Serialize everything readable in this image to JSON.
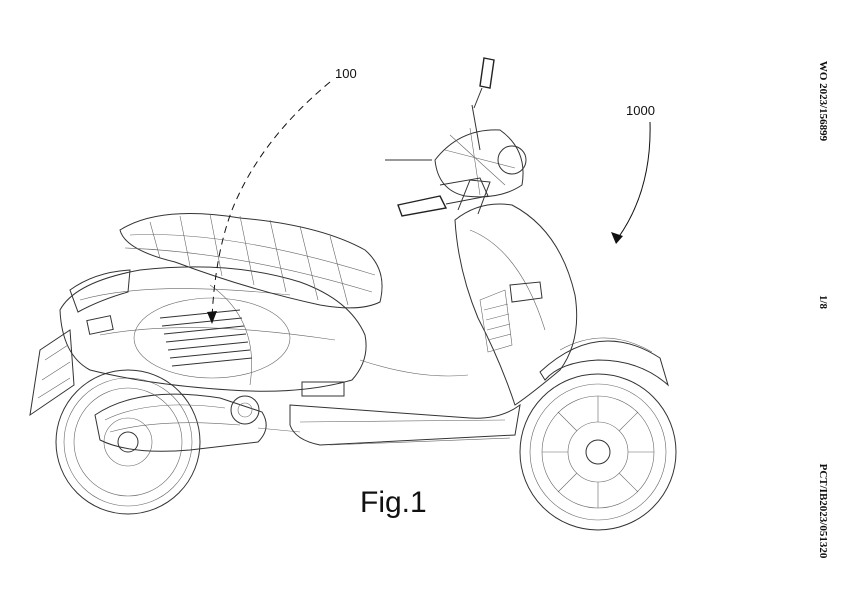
{
  "margin": {
    "publication_number": "WO 2023/156899",
    "sheet_number": "1/8",
    "application_number": "PCT/IB2023/051320"
  },
  "figure": {
    "caption": "Fig.1",
    "ref_assembly": "100",
    "ref_vehicle": "1000"
  }
}
